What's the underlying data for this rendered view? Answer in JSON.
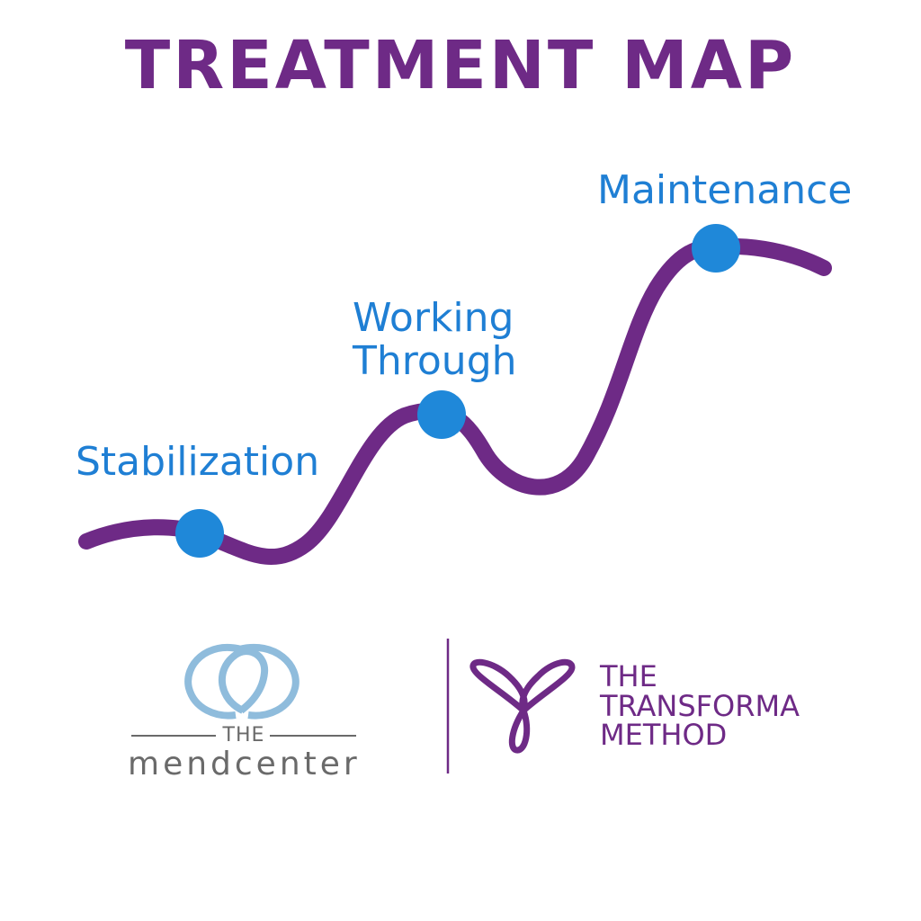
{
  "title": "TREATMENT MAP",
  "stages": [
    {
      "label": "Stabilization"
    },
    {
      "label": "Working Through"
    },
    {
      "label": "Maintenance"
    }
  ],
  "colors": {
    "title": "#6e2a86",
    "curve": "#6e2a86",
    "dot": "#1f88d9",
    "stage_text": "#1f7fd4",
    "mend_ring": "#8fbcdc",
    "mend_text": "#6a6a6a",
    "transforma": "#6e2a86"
  },
  "logos": {
    "mendcenter": {
      "the": "THE",
      "name": "mendcenter",
      "icon": "interlocking-rings-icon"
    },
    "transforma": {
      "line1": "THE",
      "line2": "TRANSFORMA",
      "line3": "METHOD",
      "icon": "trefoil-loop-icon"
    }
  }
}
